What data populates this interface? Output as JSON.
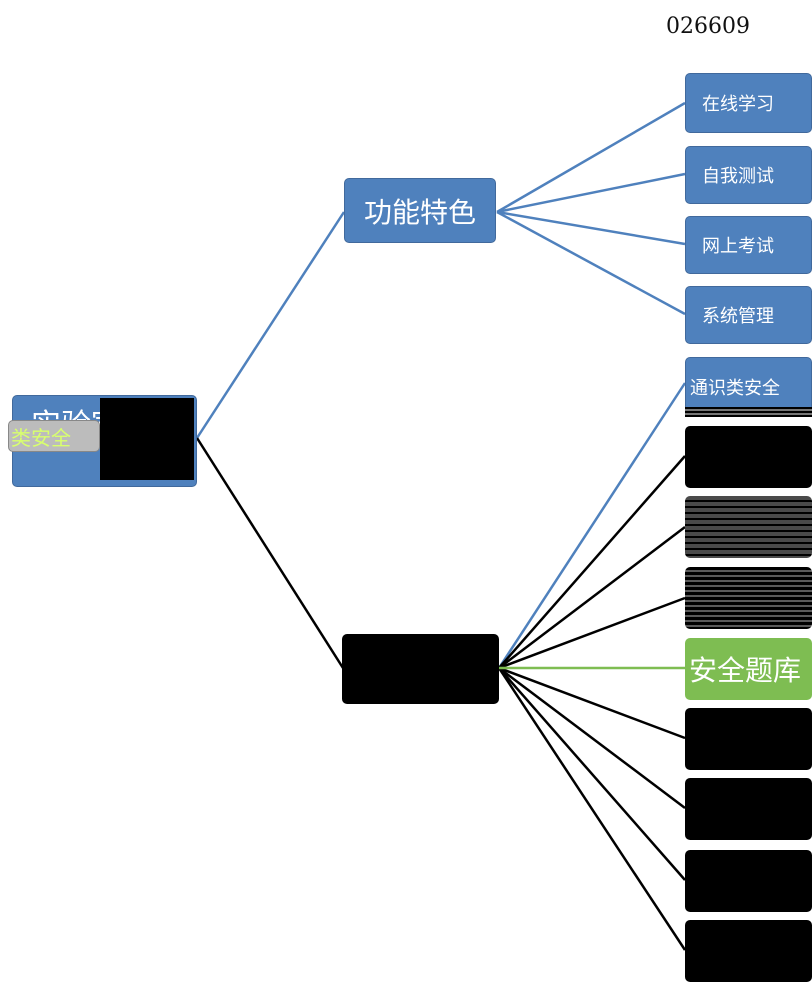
{
  "page_code": "026609",
  "nodes": {
    "root_partial": "实验室安全",
    "root_overlap": "类安全",
    "features": "功能特色",
    "features_children": [
      "在线学习",
      "自我测试",
      "网上考试",
      "系统管理"
    ],
    "bank_children_first": "通识类安全",
    "question_bank": "安全题库"
  },
  "colors": {
    "node_blue": "#4f81bd",
    "edge_blue": "#4f81bd",
    "node_green": "#7ebd52",
    "redacted": "#000000"
  }
}
